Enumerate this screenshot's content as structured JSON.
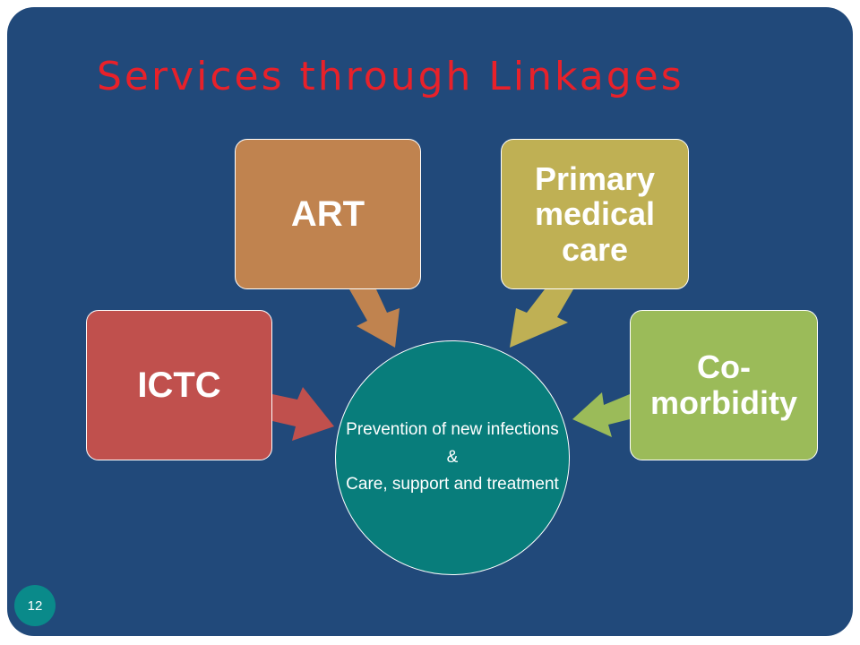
{
  "slide": {
    "title": "Services through Linkages",
    "page_number": "12"
  },
  "nodes": [
    {
      "label": "ICTC",
      "color": "#c0504d"
    },
    {
      "label": "ART",
      "color": "#c0834f"
    },
    {
      "label": "Primary medical care",
      "color": "#bfb054"
    },
    {
      "label": "Co-morbidity",
      "color": "#9bbb59"
    }
  ],
  "hub": {
    "line1": "Prevention of new infections",
    "line2": "&",
    "line3": "Care, support and treatment",
    "color": "#087d7b"
  }
}
